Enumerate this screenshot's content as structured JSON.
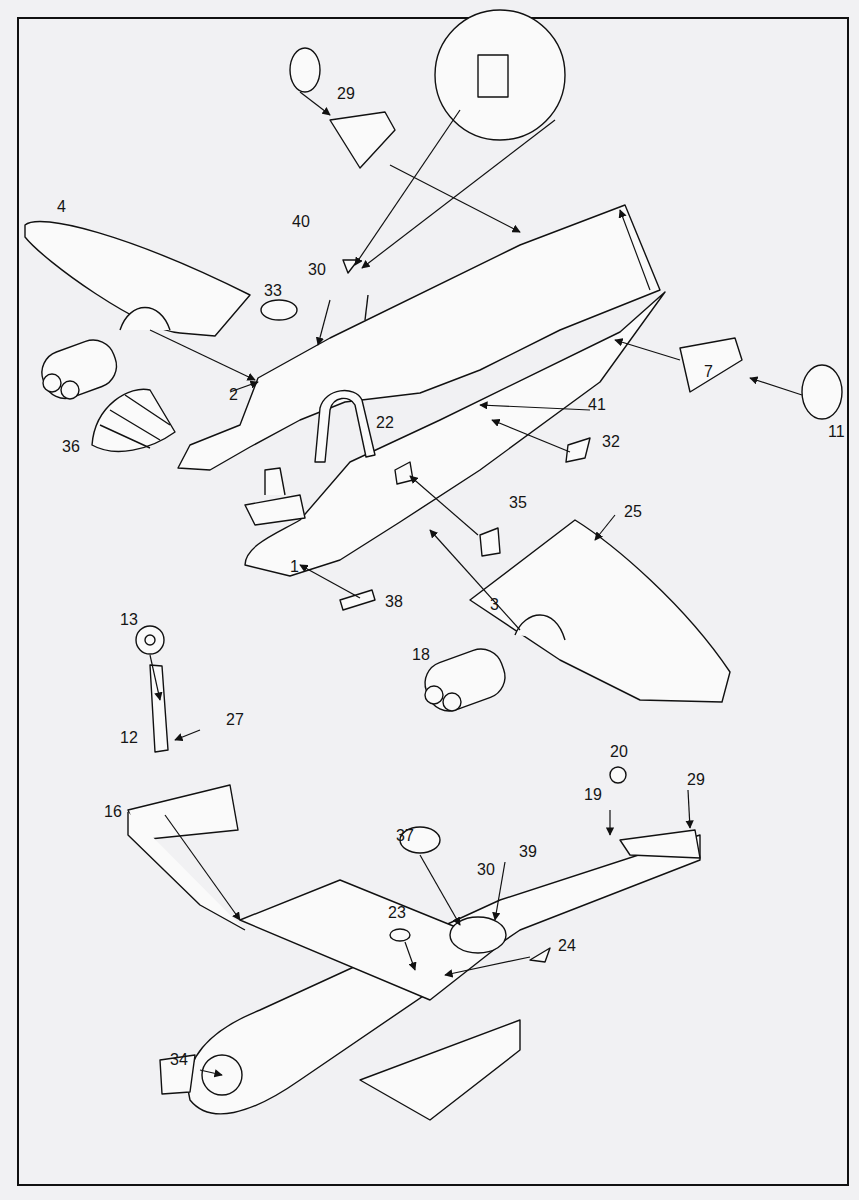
{
  "diagram": {
    "labels": [
      "29",
      "4",
      "40",
      "30",
      "33",
      "2",
      "7",
      "11",
      "36",
      "22",
      "41",
      "32",
      "35",
      "25",
      "1",
      "38",
      "3",
      "18",
      "13",
      "12",
      "27",
      "16",
      "20",
      "19",
      "29",
      "37",
      "39",
      "30",
      "23",
      "24",
      "34"
    ]
  }
}
